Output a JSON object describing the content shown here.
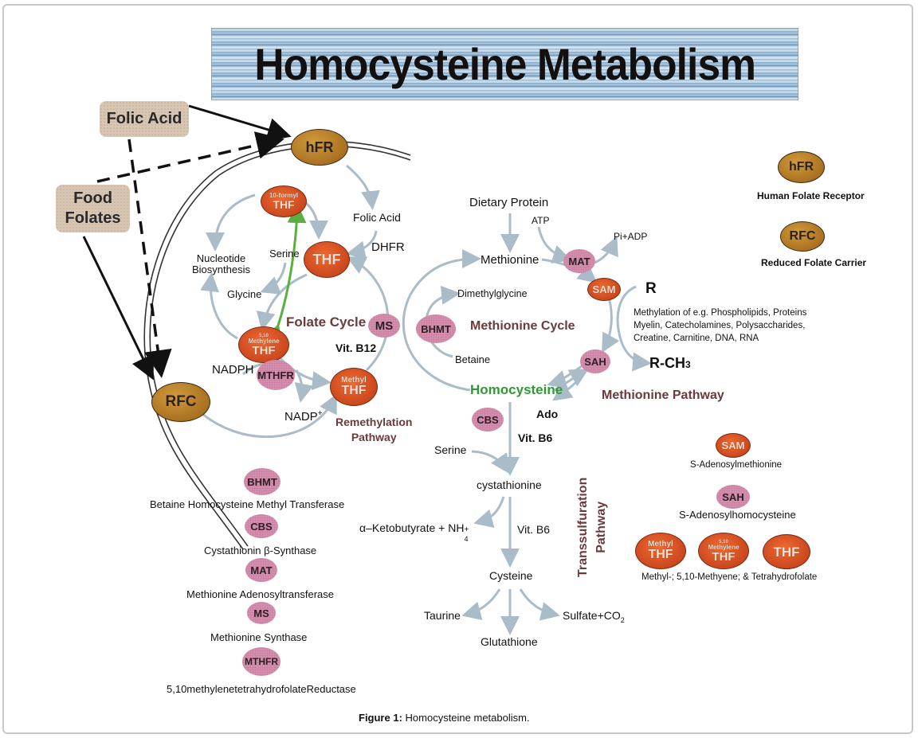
{
  "title": "Homocysteine Metabolism",
  "sources": {
    "folic_acid": "Folic Acid",
    "food_folates": [
      "Food",
      "Folates"
    ]
  },
  "transporters": {
    "hfr": "hFR",
    "rfc": "RFC"
  },
  "folate_cycle": {
    "formyl_thf": [
      "10-formyl",
      "THF"
    ],
    "thf": "THF",
    "methylene_thf": [
      "5,10",
      "Methylene",
      "THF"
    ],
    "methyl_thf": [
      "Methyl",
      "THF"
    ],
    "folic_acid": "Folic Acid",
    "dhfr": "DHFR",
    "serine": "Serine",
    "glycine": "Glycine",
    "nucleotide": [
      "Nucleotide",
      "Biosynthesis"
    ],
    "cycle_label": "Folate Cycle",
    "ms": "MS",
    "vit_b12": "Vit. B12",
    "nadph": "NADPH",
    "mthfr": "MTHFR",
    "nadp": "NADP",
    "nadp_sup": "+",
    "remethylation": [
      "Remethylation",
      "Pathway"
    ]
  },
  "methionine_cycle": {
    "dietary_protein": "Dietary Protein",
    "atp": "ATP",
    "pi_adp": "Pi+ADP",
    "methionine": "Methionine",
    "mat": "MAT",
    "sam": "SAM",
    "dimethylglycine": "Dimethylglycine",
    "bhmt": "BHMT",
    "cycle_label": "Methionine Cycle",
    "betaine": "Betaine",
    "sah": "SAH",
    "homocysteine": "Homocysteine",
    "ado": "Ado",
    "r": "R",
    "r_ch3": "R-CH",
    "r_ch3_sub": "3",
    "methylation_text": [
      " Methylation of e.g. Phospholipids, Proteins",
      "Myelin, Catecholamines, Polysaccharides,",
      "Creatine, Carnitine, DNA, RNA"
    ],
    "pathway_label": "Methionine Pathway"
  },
  "transsulfuration": {
    "cbs": "CBS",
    "vit_b6_1": "Vit. B6",
    "serine": "Serine",
    "cystathionine": "cystathionine",
    "ketobutyrate": "α–Ketobutyrate + NH",
    "nh4_sup": "+",
    "nh4_sub": "4",
    "vit_b6_2": "Vit. B6",
    "cysteine": "Cysteine",
    "taurine": "Taurine",
    "glutathione": "Glutathione",
    "sulfate": "Sulfate+CO",
    "sulfate_sub": "2",
    "pathway_label": [
      "Transsulfuration",
      "Pathway"
    ]
  },
  "legend_right": {
    "hfr": {
      "abbr": "hFR",
      "name": "Human Folate Receptor"
    },
    "rfc": {
      "abbr": "RFC",
      "name": "Reduced Folate Carrier"
    },
    "sam": {
      "abbr": "SAM",
      "name": "S-Adenosylmethionine"
    },
    "sah": {
      "abbr": "SAH",
      "name": "S-Adenosylhomocysteine"
    },
    "folates": {
      "methyl": [
        "Methyl",
        "THF"
      ],
      "methylene": [
        "5,10",
        "Methylene",
        "THF"
      ],
      "thf": "THF",
      "name": "Methyl-; 5,10-Methyene; & Tetrahydrofolate"
    }
  },
  "legend_enzymes": [
    {
      "abbr": "BHMT",
      "name": "Betaine Homocysteine Methyl Transferase"
    },
    {
      "abbr": "CBS",
      "name": "Cystathionin β-Synthase"
    },
    {
      "abbr": "MAT",
      "name": "Methionine Adenosyltransferase"
    },
    {
      "abbr": "MS",
      "name": "Methionine Synthase"
    },
    {
      "abbr": "MTHFR",
      "name": "5,10methylenetetrahydrofolateReductase"
    }
  ],
  "caption": {
    "label": "Figure 1:",
    "text": " Homocysteine metabolism."
  },
  "colors": {
    "arrow_gray": "#a9bcc8",
    "folate_green": "#59b040",
    "homocysteine_green": "#2e9a32",
    "pathway_brown": "#6b3a3a",
    "thf_orange": "#d8511f",
    "enzyme_pink": "#d58fae",
    "transporter_gold": "#b87d28"
  }
}
